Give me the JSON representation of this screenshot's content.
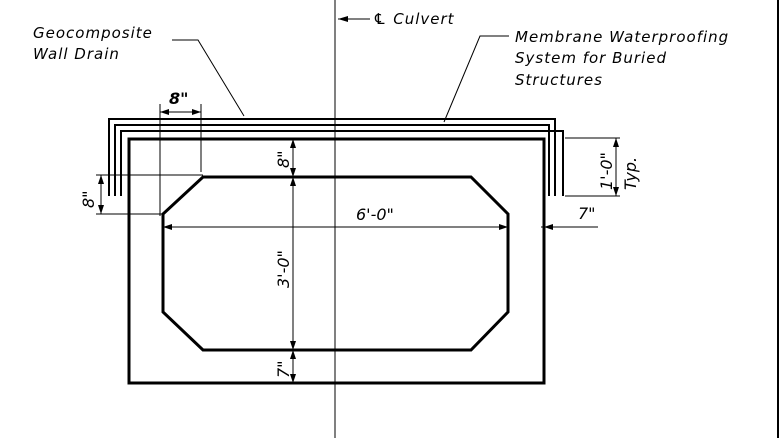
{
  "labels": {
    "drain_line1": "Geocomposite",
    "drain_line2": "Wall Drain",
    "centerline": "℄ Culvert",
    "membrane_line1": "Membrane Waterproofing",
    "membrane_line2": "System for Buried",
    "membrane_line3": "Structures"
  },
  "dimensions": {
    "drain_width": "8\"",
    "top_slab": "8\"",
    "left_offset": "8\"",
    "span": "6'-0\"",
    "rise": "3'-0\"",
    "bottom_slab": "7\"",
    "wall": "7\"",
    "lap": "1'-0\"",
    "typ": "Typ."
  }
}
